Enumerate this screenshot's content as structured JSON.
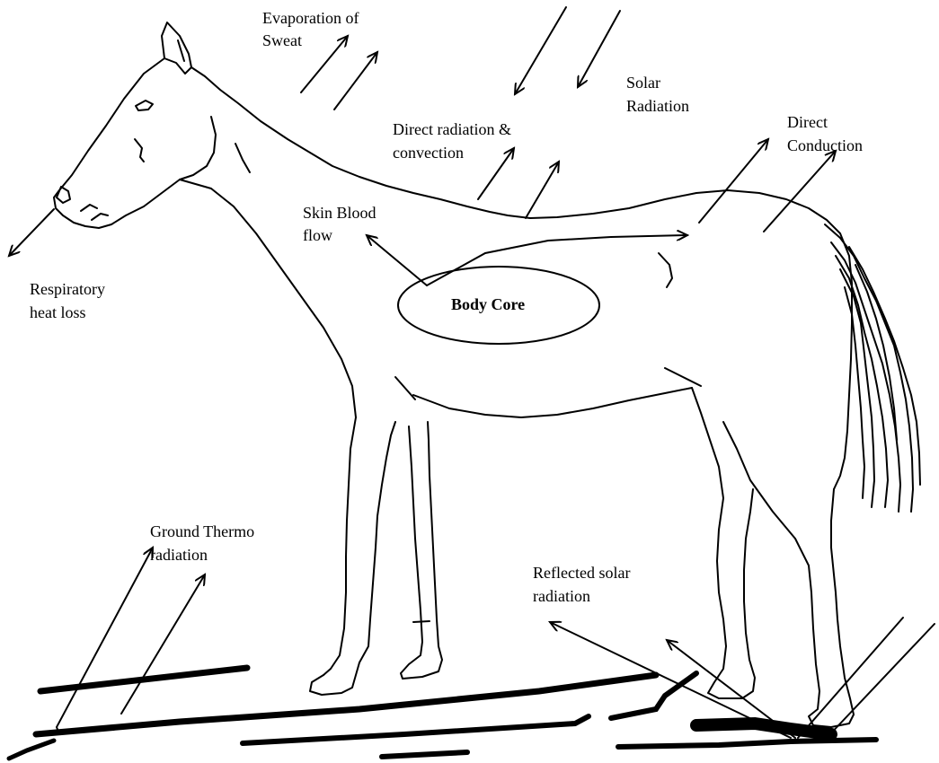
{
  "labels": {
    "evaporation_line1": "Evaporation of",
    "evaporation_line2": "Sweat",
    "solar_line1": "Solar",
    "solar_line2": "Radiation",
    "direct_radiation_line1": "Direct radiation &",
    "direct_radiation_line2": "convection",
    "direct_conduction_line1": "Direct",
    "direct_conduction_line2": "Conduction",
    "skin_blood_line1": "Skin Blood",
    "skin_blood_line2": "flow",
    "respiratory_line1": "Respiratory",
    "respiratory_line2": "heat loss",
    "body_core": "Body Core",
    "ground_thermo_line1": "Ground Thermo",
    "ground_thermo_line2": "radiation",
    "reflected_solar_line1": "Reflected solar",
    "reflected_solar_line2": "radiation"
  },
  "colors": {
    "ink": "#000000",
    "background": "#ffffff"
  }
}
